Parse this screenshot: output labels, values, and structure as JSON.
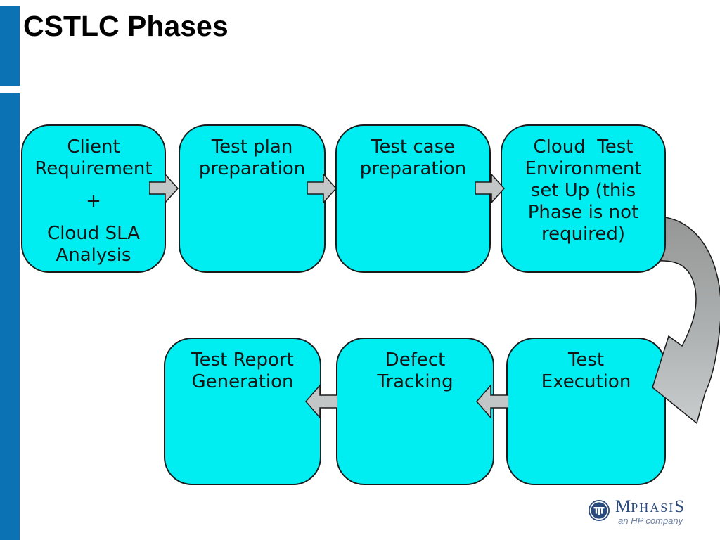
{
  "slide": {
    "title": "CSTLC Phases",
    "background_color": "#FFFFFF",
    "accent_bar_color": "#0B72B4"
  },
  "diagram": {
    "box_fill_color": "#00EEF2",
    "box_border_color": "#1A1A1A",
    "arrow_fill_color": "#C2C6C6",
    "curved_arrow_dark_color": "#969696",
    "curved_arrow_light_color": "#C8CCCC",
    "phases": [
      {
        "id": "client-requirement",
        "lines": [
          "Client",
          "Requirement",
          "",
          "+",
          "",
          "Cloud SLA",
          "Analysis"
        ]
      },
      {
        "id": "test-plan-preparation",
        "lines": [
          "Test plan",
          "preparation"
        ]
      },
      {
        "id": "test-case-preparation",
        "lines": [
          "Test case",
          "preparation"
        ]
      },
      {
        "id": "cloud-test-environment",
        "lines": [
          "Cloud  Test",
          "Environment",
          "set Up (this",
          "Phase is not",
          "required)"
        ]
      },
      {
        "id": "test-execution",
        "lines": [
          "Test",
          "Execution"
        ]
      },
      {
        "id": "defect-tracking",
        "lines": [
          "Defect",
          "Tracking"
        ]
      },
      {
        "id": "test-report-generation",
        "lines": [
          "Test Report",
          "Generation"
        ]
      }
    ],
    "flow_icons": [
      "arrow-right-icon",
      "arrow-right-icon",
      "arrow-right-icon",
      "curved-arrow-down-icon",
      "arrow-left-icon",
      "arrow-left-icon"
    ]
  },
  "footer_logo": {
    "brand_first": "M",
    "brand_middle": "PHASI",
    "brand_last": "S",
    "tagline": "an HP company",
    "brand_color": "#2B4A7E",
    "tagline_color": "#6E81A4"
  }
}
